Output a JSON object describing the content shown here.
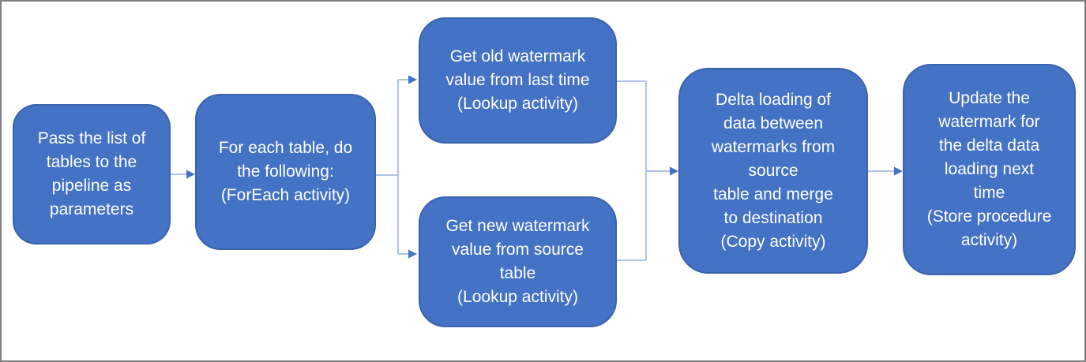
{
  "theme": {
    "box_fill": "#4472c4",
    "box_border": "#3a63ae",
    "box_text": "#ffffff",
    "connector_line": "#aec2e8",
    "connector_arrow": "#4472c4",
    "frame_border": "#808080",
    "canvas_bg": "#ffffff"
  },
  "diagram": {
    "type": "flowchart",
    "nodes": [
      {
        "id": "pass-list",
        "lines": [
          "Pass the list of",
          "tables to the",
          "pipeline as",
          "parameters"
        ]
      },
      {
        "id": "foreach",
        "lines": [
          "For each table, do",
          "the following:",
          "(ForEach activity)"
        ]
      },
      {
        "id": "get-old-watermark",
        "lines": [
          "Get old watermark",
          "value from last time",
          "(Lookup activity)"
        ]
      },
      {
        "id": "get-new-watermark",
        "lines": [
          "Get new watermark",
          "value from source",
          "table",
          "(Lookup activity)"
        ]
      },
      {
        "id": "delta-load",
        "lines": [
          "Delta loading of",
          "data between",
          "watermarks from",
          "source",
          "table and merge",
          "to destination",
          "(Copy activity)"
        ]
      },
      {
        "id": "update-watermark",
        "lines": [
          "Update the",
          "watermark for",
          "the delta data",
          "loading next",
          "time",
          "(Store procedure",
          "activity)"
        ]
      }
    ],
    "edges": [
      {
        "from": "pass-list",
        "to": "foreach"
      },
      {
        "from": "foreach",
        "to": "get-old-watermark"
      },
      {
        "from": "foreach",
        "to": "get-new-watermark"
      },
      {
        "from": "get-old-watermark",
        "to": "delta-load"
      },
      {
        "from": "get-new-watermark",
        "to": "delta-load"
      },
      {
        "from": "delta-load",
        "to": "update-watermark"
      }
    ]
  }
}
